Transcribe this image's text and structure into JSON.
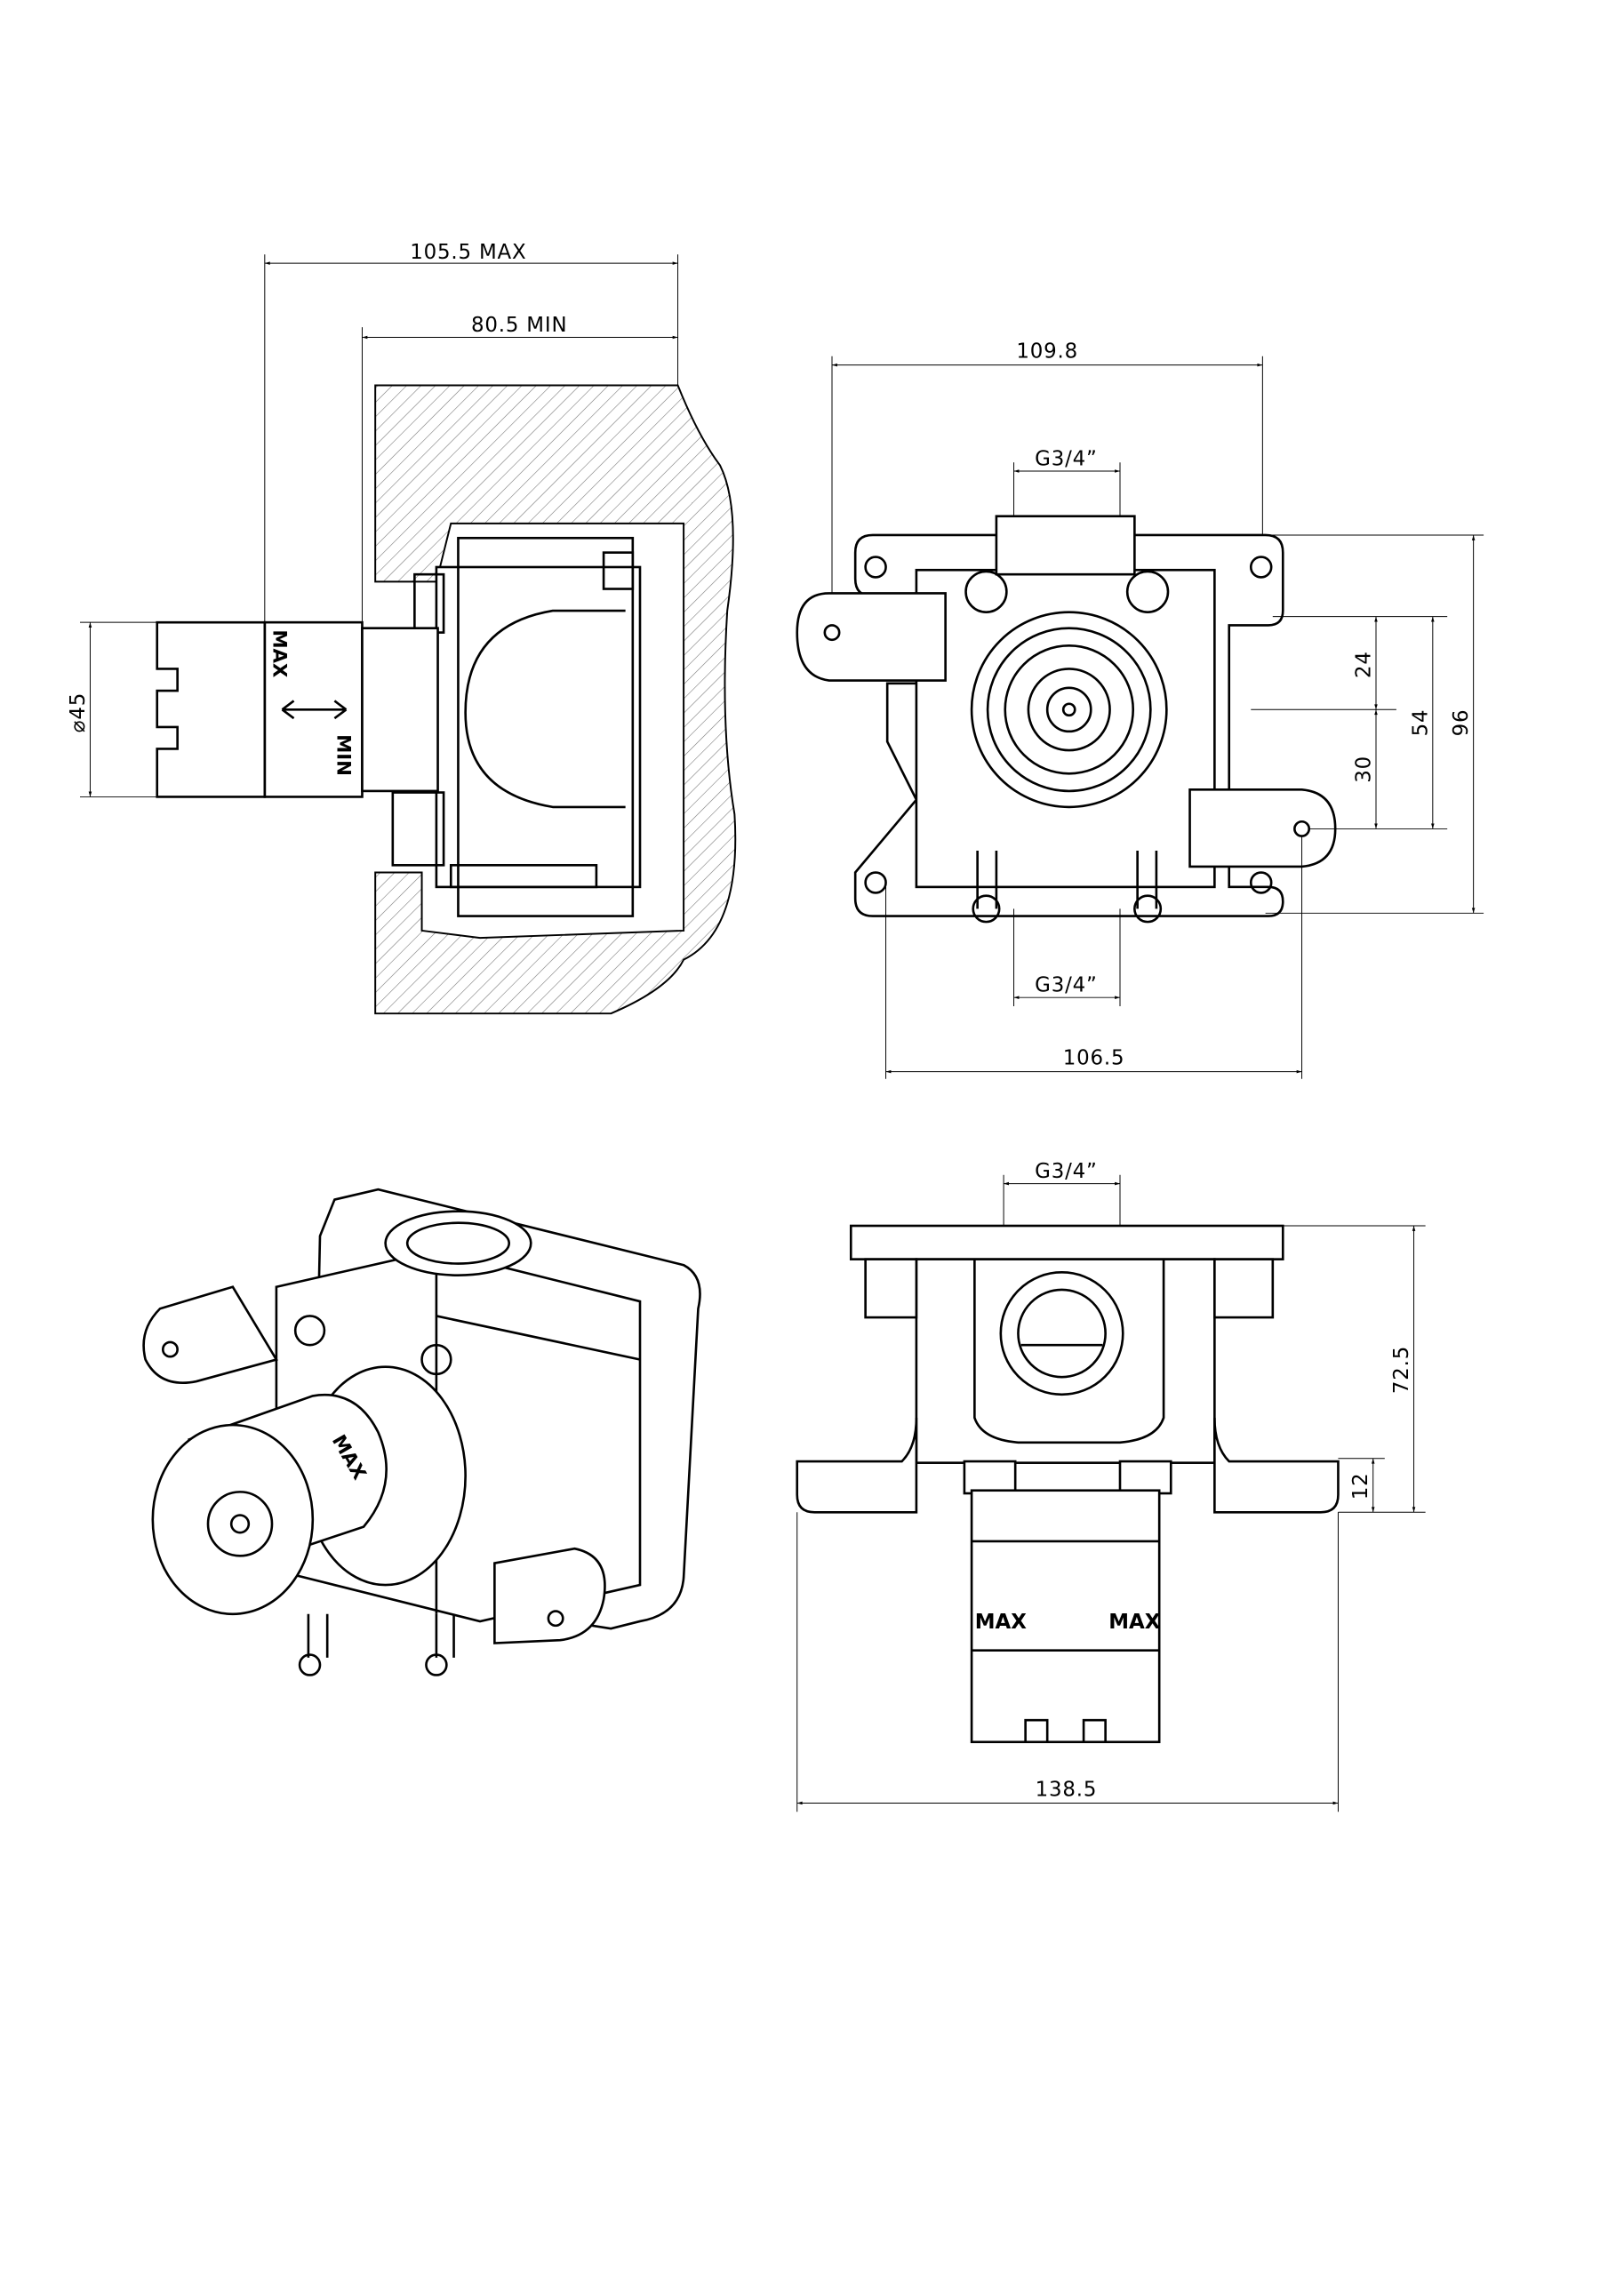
{
  "side_view": {
    "dim_max": "105.5  MAX",
    "dim_min": "80.5  MIN",
    "dim_diameter": "⌀45",
    "label_max": "MAX",
    "label_min": "MIN"
  },
  "front_view": {
    "dim_width_top": "109.8",
    "dim_inlet_top": "G3/4ˮ",
    "dim_inlet_bottom": "G3/4ˮ",
    "dim_width_bottom": "106.5",
    "dim_upper": "24",
    "dim_lower": "30",
    "dim_holes": "54",
    "dim_height": "96"
  },
  "iso_view": {
    "label_max": "MAX"
  },
  "bottom_view": {
    "dim_inlet": "G3/4ˮ",
    "dim_depth": "72.5",
    "dim_foot": "12",
    "dim_width": "138.5",
    "label_max_left": "MAX",
    "label_max_right": "MAX"
  }
}
